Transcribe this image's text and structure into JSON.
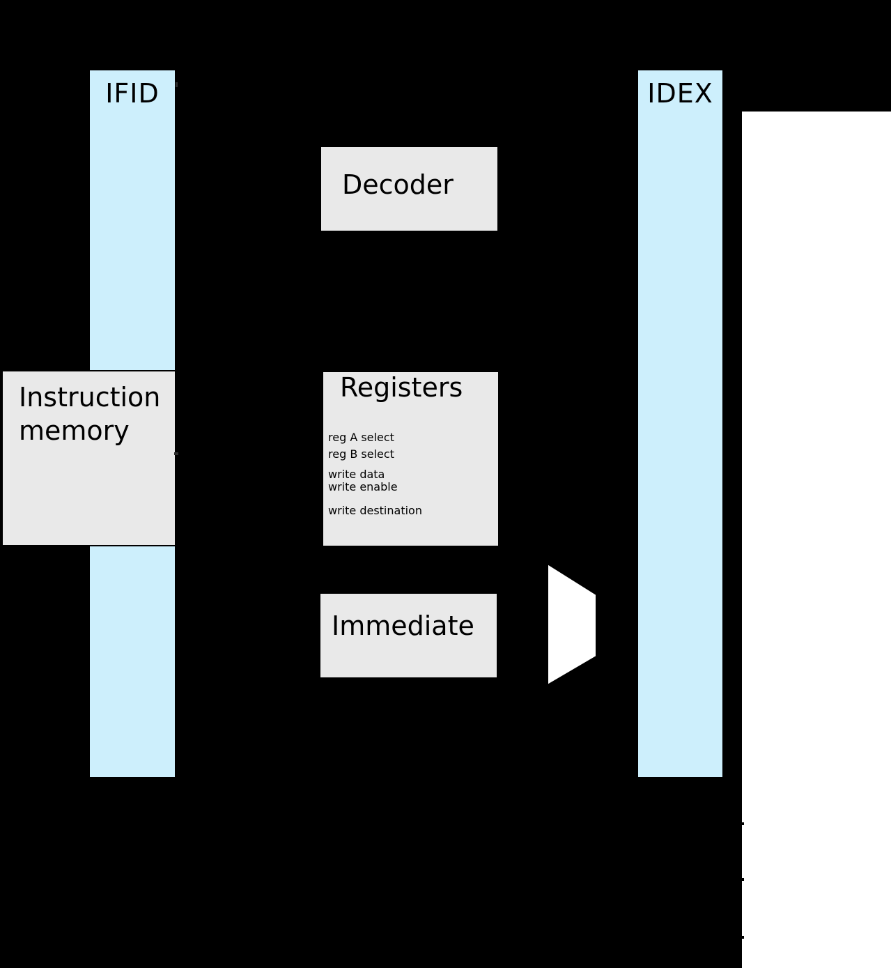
{
  "pipeline_registers": {
    "ifid": {
      "label": "IFID"
    },
    "idex": {
      "label": "IDEX"
    }
  },
  "blocks": {
    "decoder": {
      "label": "Decoder"
    },
    "instruction_memory": {
      "line1": "Instruction",
      "line2": "memory"
    },
    "registers": {
      "title": "Registers",
      "ports": [
        "reg A select",
        "reg B select",
        "write data",
        "write enable",
        "write destination"
      ]
    },
    "immediate": {
      "label": "Immediate"
    }
  },
  "colors": {
    "background": "#000000",
    "pipeline_register_fill": "#cdeffc",
    "block_fill": "#e9e9e9",
    "outline": "#000000",
    "mux_fill": "#ffffff",
    "next_stage_fill": "#ffffff"
  }
}
